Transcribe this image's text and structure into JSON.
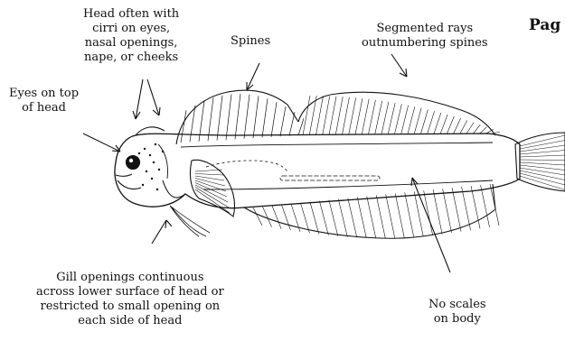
{
  "page_label": "Pag",
  "labels": {
    "head_cirri": [
      "Head often with",
      "cirri on eyes,",
      "nasal openings,",
      "nape, or cheeks"
    ],
    "spines": "Spines",
    "segmented_rays": [
      "Segmented rays",
      "outnumbering spines"
    ],
    "eyes_top": [
      "Eyes on top",
      "of head"
    ],
    "gill_openings": [
      "Gill openings continuous",
      "across lower surface of head or",
      "restricted to small opening on",
      "each side of head"
    ],
    "no_scales": [
      "No scales",
      "on body"
    ]
  },
  "colors": {
    "ink": "#111111",
    "background": "#ffffff"
  }
}
